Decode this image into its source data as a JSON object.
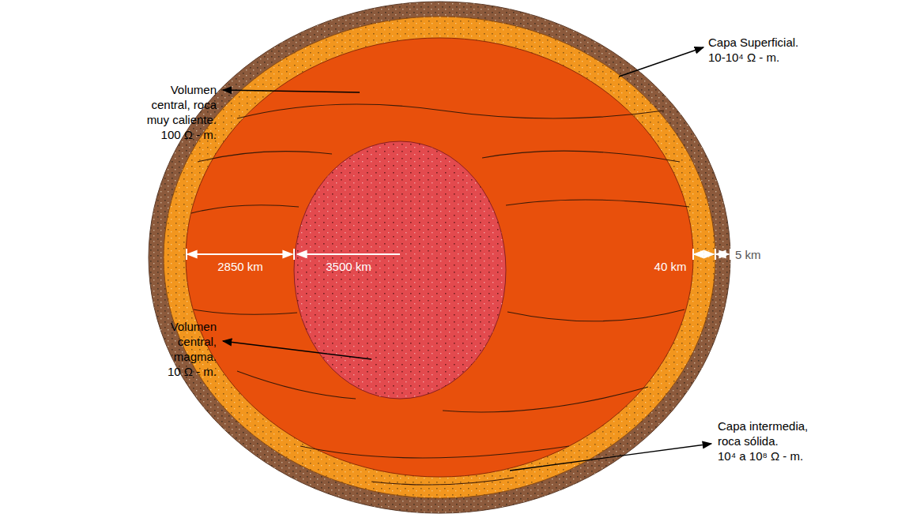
{
  "diagram": {
    "labels": [
      "Volumen central, roca muy caliente. 100 Ω - m.",
      "Volumen central, magma. 10 Ω - m.",
      "Capa Superficial. 10-10⁴ Ω - m.",
      "Capa intermedia, roca sólida. 10⁴ a 10⁸ Ω - m.",
      "2850 km",
      "3500 km",
      "40 km",
      "5 km"
    ]
  }
}
